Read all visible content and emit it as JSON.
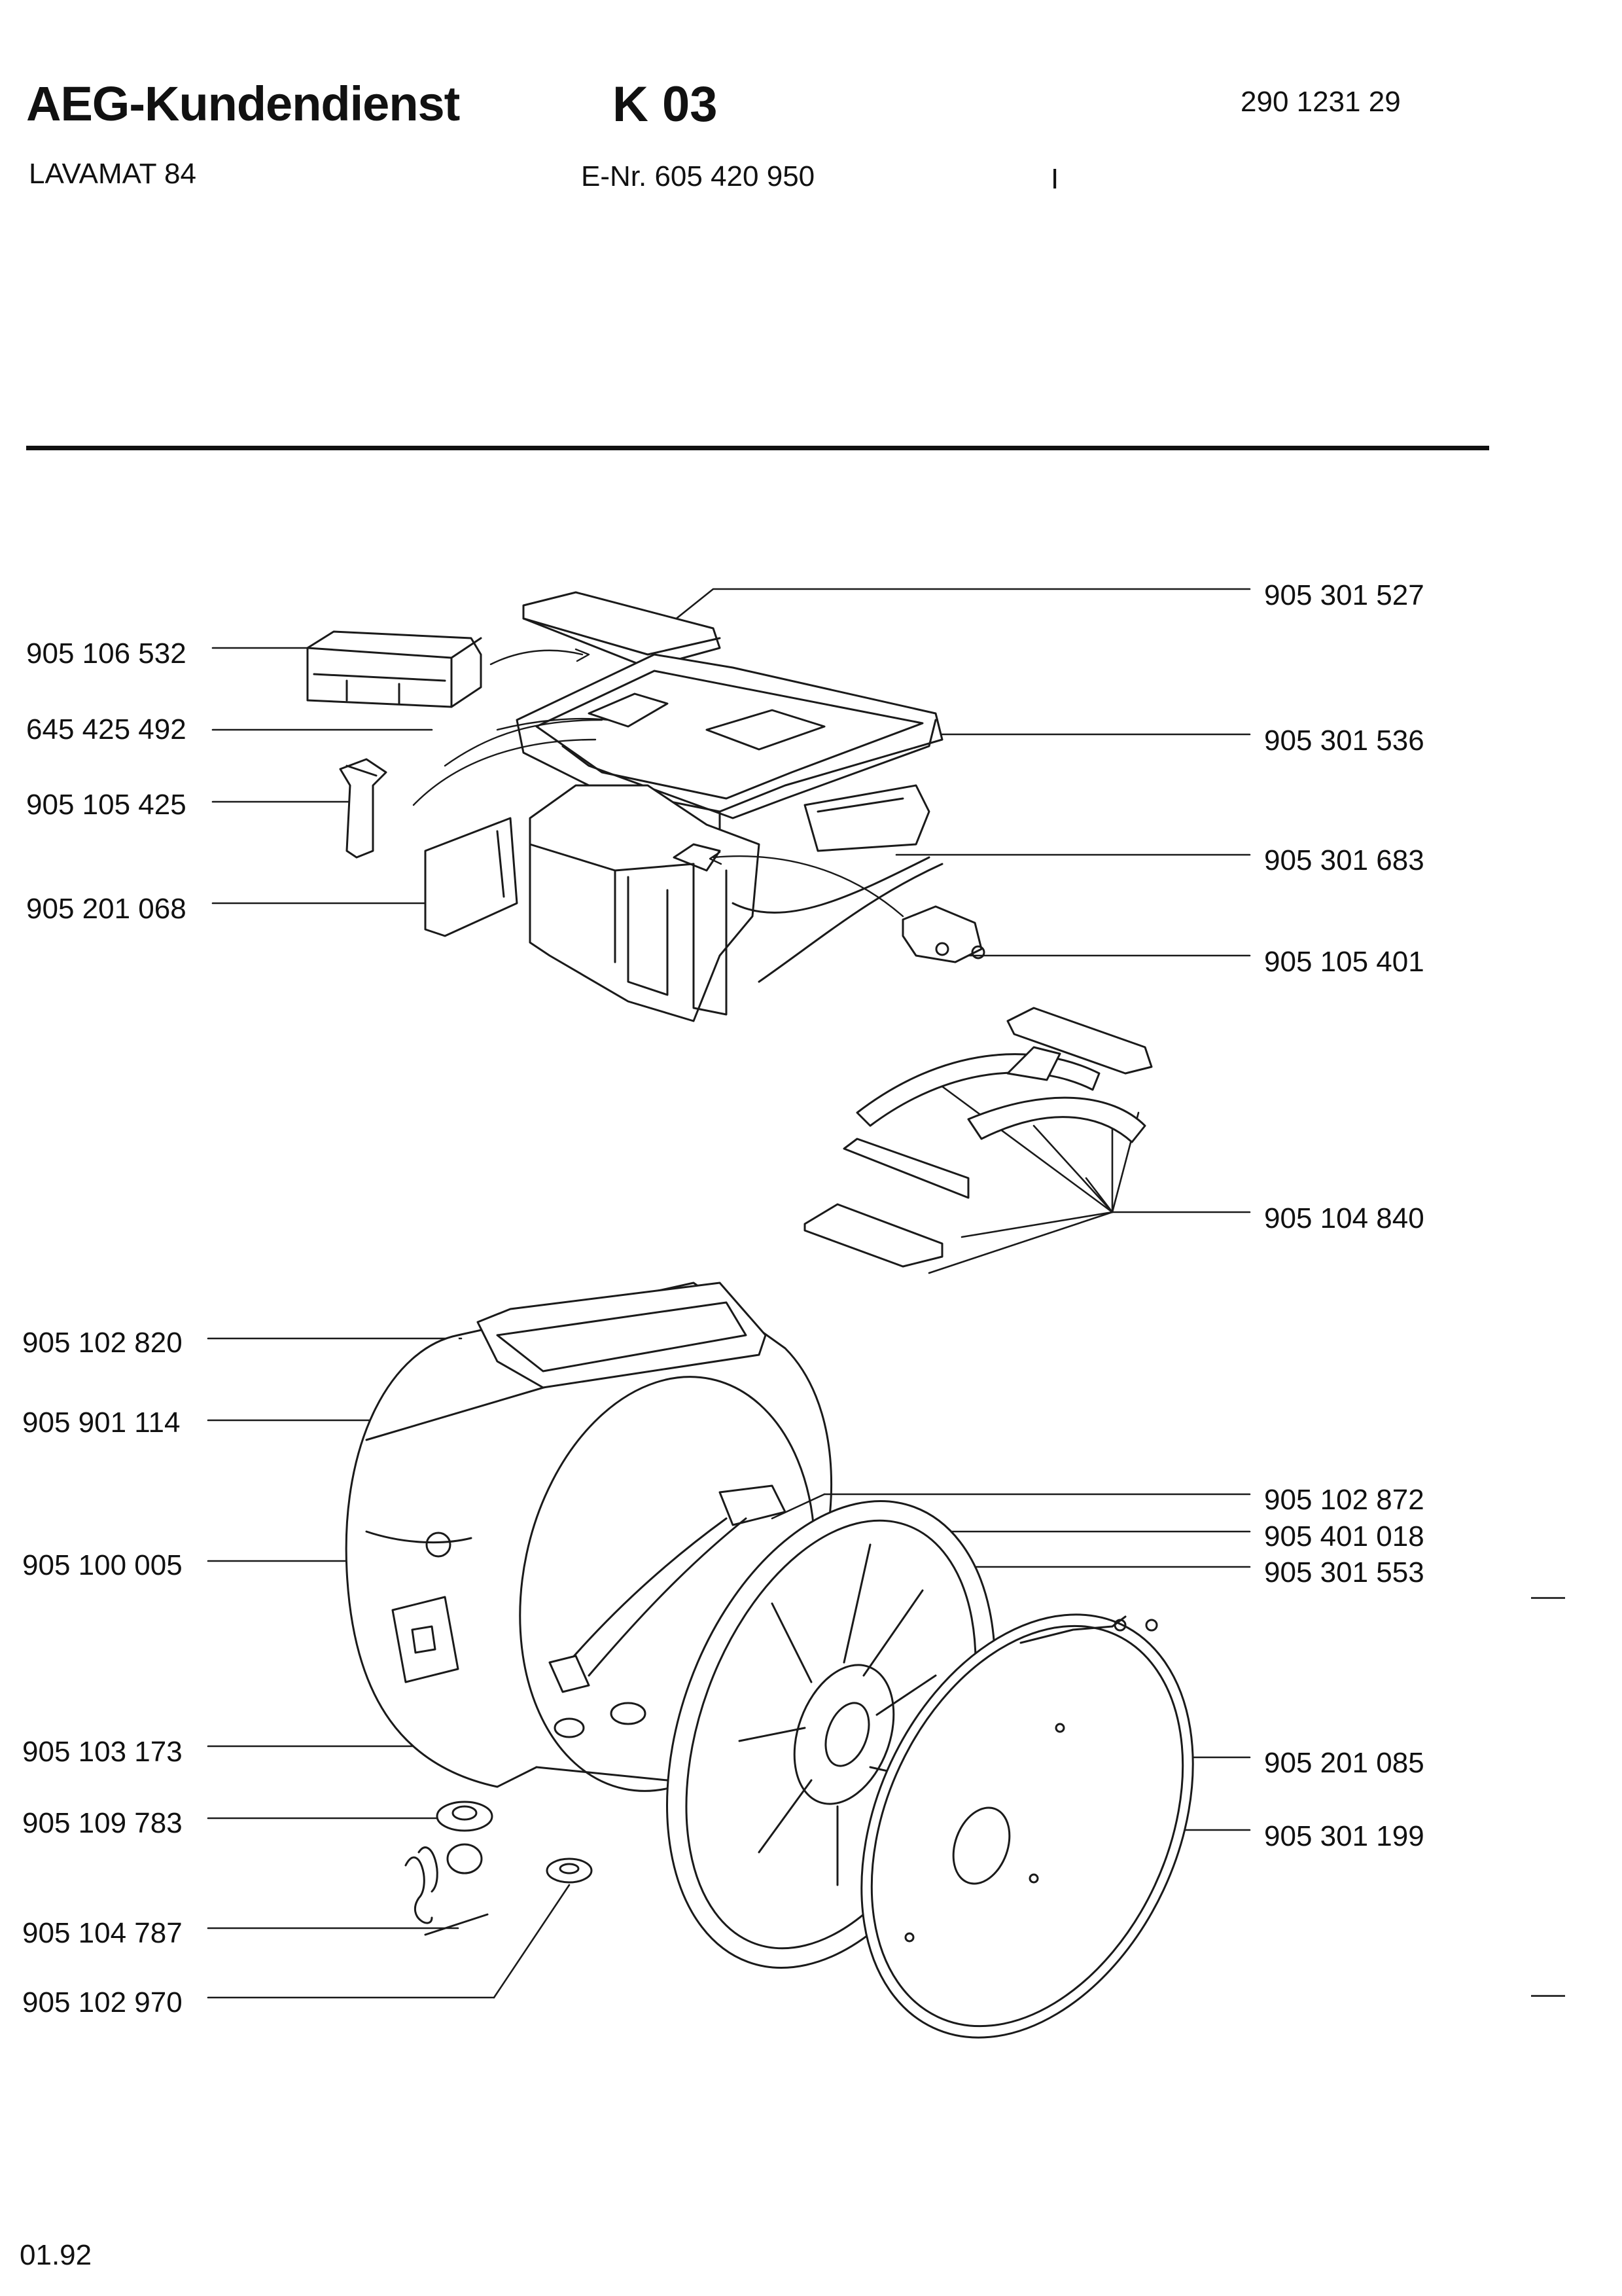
{
  "header": {
    "brand": "AEG-Kundendienst",
    "code": "K 03",
    "doc_number": "290 1231 29",
    "model": "LAVAMAT 84",
    "e_number": "E-Nr. 605 420 950",
    "mark": "I"
  },
  "footer": {
    "date": "01.92"
  },
  "labels": {
    "p_905301527": "905 301 527",
    "p_905106532": "905 106 532",
    "p_645425492": "645 425 492",
    "p_905301536": "905 301 536",
    "p_905105425": "905 105 425",
    "p_905301683": "905 301 683",
    "p_905201068": "905 201 068",
    "p_905105401": "905 105 401",
    "p_905104840": "905 104 840",
    "p_905102820": "905 102 820",
    "p_905901114": "905 901 114",
    "p_905102872": "905 102 872",
    "p_905401018": "905 401 018",
    "p_905301553": "905 301 553",
    "p_905100005": "905 100 005",
    "p_905103173": "905 103 173",
    "p_905201085": "905 201 085",
    "p_905109783": "905 109 783",
    "p_905301199": "905 301 199",
    "p_905104787": "905 104 787",
    "p_905102970": "905 102 970"
  }
}
